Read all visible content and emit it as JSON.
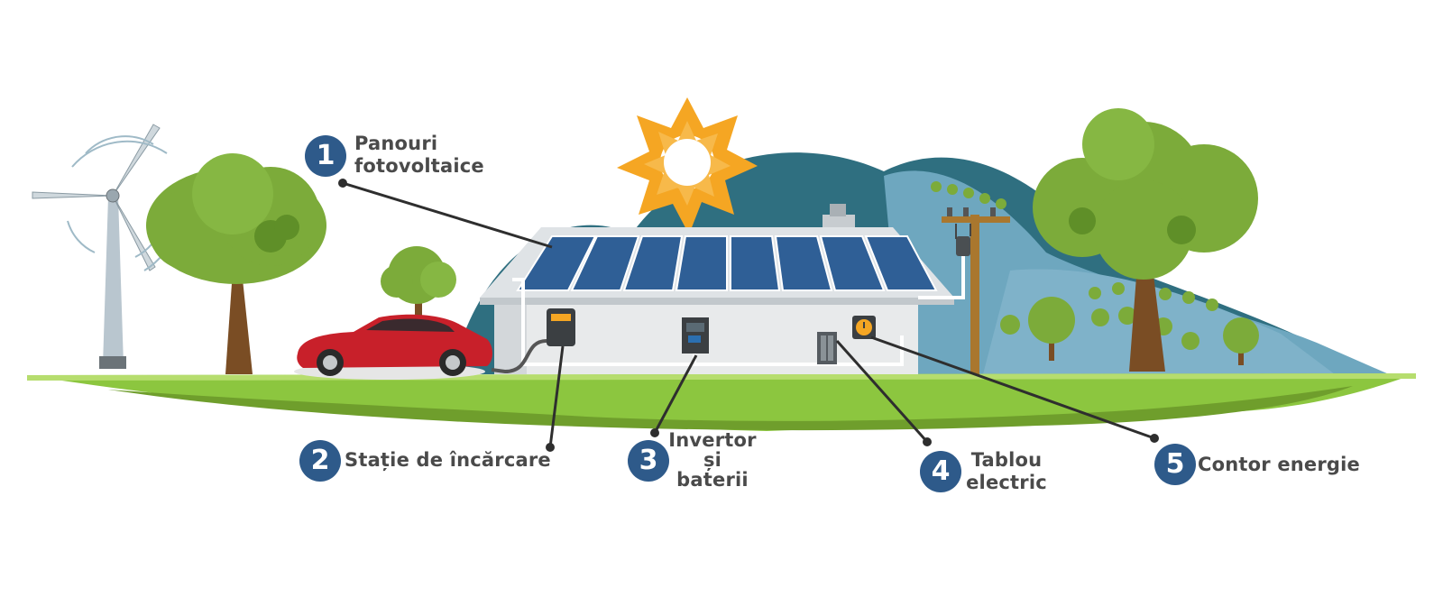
{
  "callouts": [
    {
      "number": "1",
      "lines": [
        "Panouri",
        "fotovoltaice"
      ]
    },
    {
      "number": "2",
      "lines": [
        "Stație de încărcare"
      ]
    },
    {
      "number": "3",
      "lines": [
        "Invertor",
        "și",
        "baterii"
      ]
    },
    {
      "number": "4",
      "lines": [
        "Tablou",
        "electric"
      ]
    },
    {
      "number": "5",
      "lines": [
        "Contor energie"
      ]
    }
  ],
  "colors": {
    "badge": "#2e5a8a",
    "label_text": "#4a4a4a",
    "grass": "#8cc63f",
    "mountain": "#3e7f8c",
    "sun": "#f5a623",
    "panel": "#2f5f96",
    "house": "#e8eaeb",
    "car": "#c8202a"
  }
}
